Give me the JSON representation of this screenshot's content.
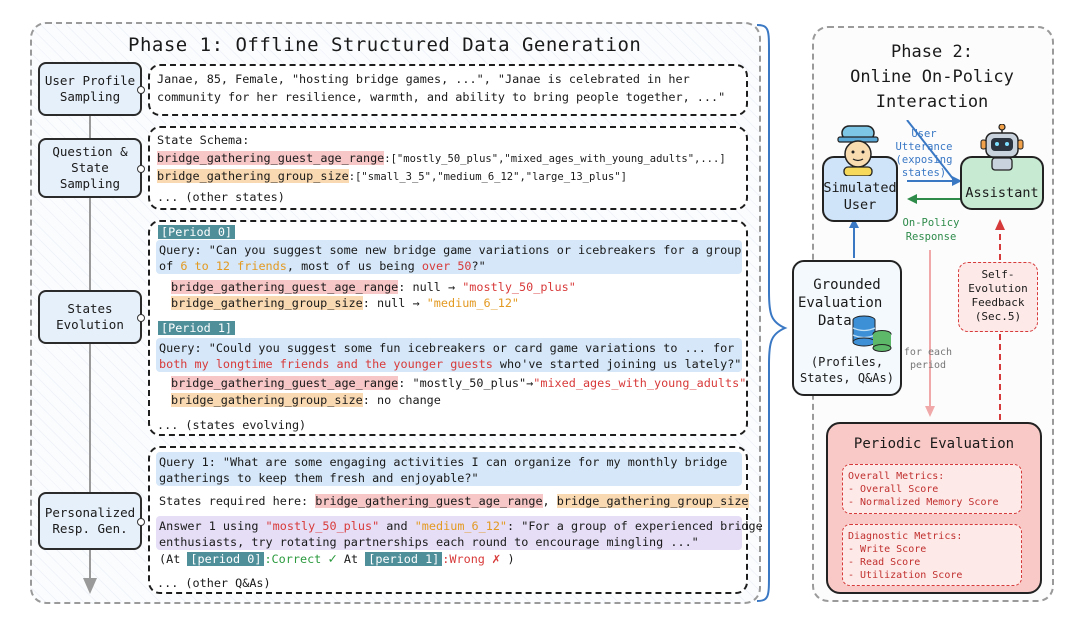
{
  "phase1": {
    "title": "Phase 1: Offline Structured Data Generation",
    "steps": {
      "profile": [
        "User Profile",
        "Sampling"
      ],
      "question": [
        "Question &",
        "State",
        "Sampling"
      ],
      "evolution": [
        "States",
        "Evolution"
      ],
      "personalized": [
        "Personalized",
        "Resp. Gen."
      ]
    },
    "profile_panel": {
      "line1": "Janae, 85, Female, \"hosting bridge games, ...\", \"Janae is celebrated in her",
      "line2": "community for her resilience, warmth, and ability to bring people together, ...\""
    },
    "schema_panel": {
      "header": "State Schema:",
      "s1_name": "bridge_gathering_guest_age_range",
      "s1_values": ":[\"mostly_50_plus\",\"mixed_ages_with_young_adults\",...]",
      "s2_name": "bridge_gathering_group_size",
      "s2_values": ":[\"small_3_5\",\"medium_6_12\",\"large_13_plus\"]",
      "other": "... (other states)"
    },
    "evolution_panel": {
      "p0_tag": "[Period 0]",
      "p0_q_a": "Query: \"Can you suggest some new bridge game variations or icebreakers for a group",
      "p0_q_b1": "of ",
      "p0_q_b2": "6 to 12 friends",
      "p0_q_b3": ", most of us being ",
      "p0_q_b4": "over 50",
      "p0_q_b5": "?\"",
      "p0_s1_name": "bridge_gathering_guest_age_range",
      "p0_s1_mid": ": null → ",
      "p0_s1_val": "\"mostly_50_plus\"",
      "p0_s2_name": "bridge_gathering_group_size",
      "p0_s2_mid": ": null → ",
      "p0_s2_val": "\"medium_6_12\"",
      "p1_tag": "[Period 1]",
      "p1_q_a": "Query: \"Could you suggest some fun icebreakers or card game variations to ... for",
      "p1_q_b1": "both my longtime friends and the younger guests",
      "p1_q_b2": " who've started joining us lately?\"",
      "p1_s1_name": "bridge_gathering_guest_age_range",
      "p1_s1_mid": ": \"mostly_50_plus\"→",
      "p1_s1_val": "\"mixed_ages_with_young_adults\"",
      "p1_s2_name": "bridge_gathering_group_size",
      "p1_s2_mid": ": no change",
      "more": "... (states evolving)"
    },
    "qa_panel": {
      "q_a": "Query 1: \"What are some engaging activities I can organize for my monthly bridge",
      "q_b": "gatherings to keep them fresh and enjoyable?\"",
      "req_label": "States required here: ",
      "req_1": "bridge_gathering_guest_age_range",
      "req_sep": ", ",
      "req_2": "bridge_gathering_group_size",
      "ans_a1": "Answer 1 using ",
      "ans_a2": "\"mostly_50_plus\"",
      "ans_a3": " and ",
      "ans_a4": "\"medium_6_12\"",
      "ans_a5": ": \"For a group of experienced bridge",
      "ans_b": "enthusiasts, try rotating partnerships each round to encourage mingling ...\"",
      "eval_1": "(At ",
      "eval_tag0": "[period 0]",
      "eval_correct": ":Correct",
      "eval_check": "✓",
      "eval_mid": "  At ",
      "eval_tag1": "[period 1]",
      "eval_wrong": ":Wrong",
      "eval_x": "✗",
      "eval_end": " )",
      "more": "... (other Q&As)"
    }
  },
  "phase2": {
    "title": [
      "Phase 2:",
      "Online On-Policy",
      "Interaction"
    ],
    "user_node": [
      "Simulated",
      "User"
    ],
    "assistant_node": "Assistant",
    "utterance": [
      "User Utterance",
      "(exposing",
      "states)"
    ],
    "response": [
      "On-Policy",
      "Response"
    ],
    "grounded": {
      "title": [
        "Grounded",
        "Evaluation",
        "Data"
      ],
      "sub": [
        "(Profiles,",
        "States, Q&As)"
      ]
    },
    "for_each": [
      "for each",
      "period"
    ],
    "feedback": [
      "Self-",
      "Evolution",
      "Feedback",
      "(Sec.5)"
    ],
    "periodic": {
      "title": "Periodic Evaluation",
      "overall_title": "Overall Metrics:",
      "overall": [
        "- Overall Score",
        "- Normalized Memory Score"
      ],
      "diag_title": "Diagnostic Metrics:",
      "diag": [
        "- Write Score",
        "- Read Score",
        "- Utilization Score"
      ]
    }
  },
  "colors": {
    "red_highlight": "#f7c6c6",
    "orange_highlight": "#f9d9b1",
    "blue_highlight": "#d5e7f8",
    "period_tag": "#4f8f9a",
    "user_node": "#cfe4f8",
    "assistant_node": "#c7ead2",
    "eval_box": "#f8c9c6"
  }
}
